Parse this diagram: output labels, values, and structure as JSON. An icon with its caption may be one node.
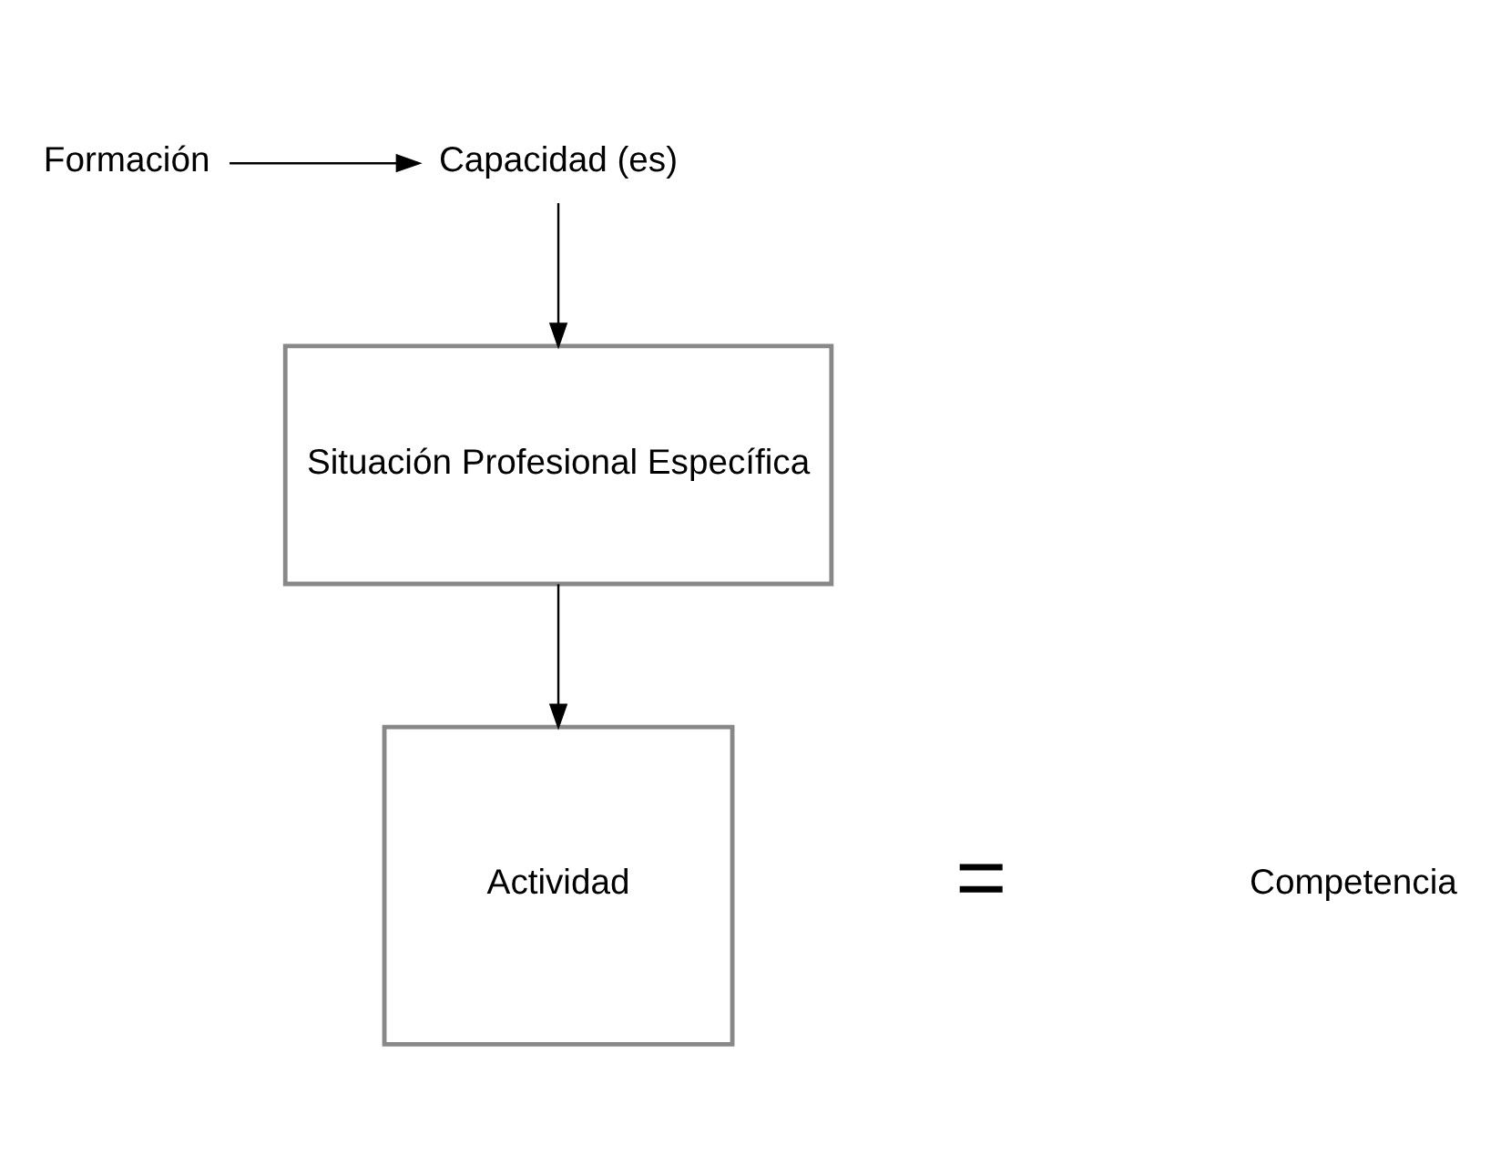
{
  "diagram": {
    "nodes": [
      {
        "text": [
          "Formación"
        ]
      },
      {
        "text": [
          "Capacidad (es)"
        ]
      },
      {
        "text": [
          "Situación Profesional Específica"
        ]
      },
      {
        "text": [
          "Actividad"
        ]
      },
      {
        "text": [
          "Competencia"
        ]
      }
    ],
    "edges": [
      {
        "from": 0,
        "to": 1,
        "arrow": "to"
      },
      {
        "from": 1,
        "to": 2,
        "arrow": "to"
      },
      {
        "from": 2,
        "to": 3,
        "arrow": "to"
      }
    ],
    "labels": [
      "="
    ]
  }
}
